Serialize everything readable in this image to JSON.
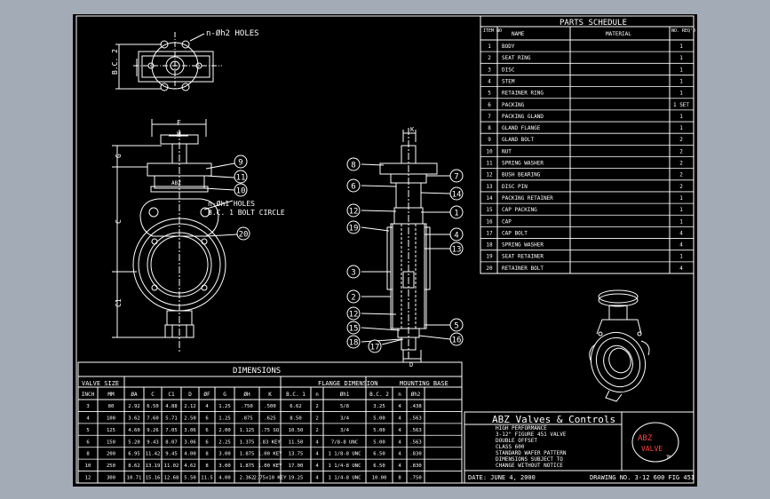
{
  "drawing": {
    "top_view_callout": "n-Øh2  HOLES",
    "bc2_label": "B.C. 2",
    "front_callout_line1": "n-Øh1  HOLES",
    "front_callout_line2": "B.C. 1  BOLT CIRCLE",
    "label_F": "F",
    "label_H": "H",
    "label_G": "G",
    "label_C": "C",
    "label_C1": "C1",
    "label_K": "K",
    "label_D": "D",
    "nameplate": "ABZ"
  },
  "parts_schedule": {
    "title": "PARTS SCHEDULE",
    "headers": {
      "item": "ITEM NO",
      "name": "NAME",
      "material": "MATERIAL",
      "req": "NO. REQ'D"
    },
    "rows": [
      {
        "item": "1",
        "name": "BODY",
        "req": "1"
      },
      {
        "item": "2",
        "name": "SEAT RING",
        "req": "1"
      },
      {
        "item": "3",
        "name": "DISC",
        "req": "1"
      },
      {
        "item": "4",
        "name": "STEM",
        "req": "1"
      },
      {
        "item": "5",
        "name": "RETAINER RING",
        "req": "1"
      },
      {
        "item": "6",
        "name": "PACKING",
        "req": "1 SET"
      },
      {
        "item": "7",
        "name": "PACKING GLAND",
        "req": "1"
      },
      {
        "item": "8",
        "name": "GLAND FLANGE",
        "req": "1"
      },
      {
        "item": "9",
        "name": "GLAND BOLT",
        "req": "2"
      },
      {
        "item": "10",
        "name": "NUT",
        "req": "2"
      },
      {
        "item": "11",
        "name": "SPRING WASHER",
        "req": "2"
      },
      {
        "item": "12",
        "name": "BUSH BEARING",
        "req": "2"
      },
      {
        "item": "13",
        "name": "DISC PIN",
        "req": "2"
      },
      {
        "item": "14",
        "name": "PACKING RETAINER",
        "req": "1"
      },
      {
        "item": "15",
        "name": "CAP PACKING",
        "req": "1"
      },
      {
        "item": "16",
        "name": "CAP",
        "req": "1"
      },
      {
        "item": "17",
        "name": "CAP BOLT",
        "req": "4"
      },
      {
        "item": "18",
        "name": "SPRING WASHER",
        "req": "4"
      },
      {
        "item": "19",
        "name": "SEAT RETAINER",
        "req": "1"
      },
      {
        "item": "20",
        "name": "RETAINER BOLT",
        "req": "4"
      }
    ]
  },
  "dimensions": {
    "title": "DIMENSIONS",
    "group_valve_size": "VALVE SIZE",
    "group_flange": "FLANGE DIMENSION",
    "group_mounting": "MOUNTING BASE",
    "headers": [
      "INCH",
      "MM",
      "ØA",
      "C",
      "C1",
      "D",
      "ØF",
      "G",
      "ØH",
      "K",
      "B.C. 1",
      "n",
      "Øh1",
      "B.C. 2",
      "n",
      "Øh2"
    ],
    "rows": [
      [
        "3",
        "80",
        "2.92",
        "6.50",
        "4.88",
        "2.12",
        "4",
        "1.25",
        ".750",
        ".500",
        "6.62",
        "2",
        "5/8",
        "3.25",
        "4",
        ".438"
      ],
      [
        "4",
        "100",
        "3.62",
        "7.60",
        "5.71",
        "2.50",
        "6",
        "1.25",
        ".875",
        ".625",
        "8.50",
        "2",
        "3/4",
        "5.00",
        "4",
        ".563"
      ],
      [
        "5",
        "125",
        "4.60",
        "9.26",
        "7.05",
        "3.06",
        "6",
        "2.00",
        "1.125",
        ".75 SQ",
        "10.50",
        "2",
        "3/4",
        "5.00",
        "4",
        ".563"
      ],
      [
        "6",
        "150",
        "5.20",
        "9.43",
        "8.07",
        "3.06",
        "6",
        "2.25",
        "1.375",
        ".83 KEY",
        "11.50",
        "4",
        "7/8-8 UNC",
        "5.00",
        "4",
        ".563"
      ],
      [
        "8",
        "200",
        "6.95",
        "11.42",
        "9.45",
        "4.00",
        "8",
        "3.00",
        "1.875",
        "1.00 KEY",
        "13.75",
        "4",
        "1 1/8-8 UNC",
        "6.50",
        "4",
        ".830"
      ],
      [
        "10",
        "250",
        "8.62",
        "13.19",
        "11.02",
        "4.62",
        "8",
        "3.00",
        "1.875",
        "1.00 KEY",
        "17.00",
        "4",
        "1 1/4-8 UNC",
        "6.50",
        "4",
        ".830"
      ],
      [
        "12",
        "300",
        "10.71",
        "15.16",
        "12.68",
        "5.50",
        "11.5",
        "4.00",
        "2.362",
        "2.75x10 KEY",
        "19.25",
        "4",
        "1 1/4-8 UNC",
        "10.00",
        "8",
        ".750"
      ]
    ]
  },
  "title_block": {
    "company": "ABZ Valves & Controls",
    "notes": [
      "HIGH PERFORMANCE",
      "3-12\" FIGURE 451 VALVE",
      "DOUBLE OFFSET",
      "CLASS 600",
      "STANDARD WAFER PATTERN",
      "DIMENSIONS SUBJECT TO",
      "CHANGE WITHOUT NOTICE"
    ],
    "logo_top": "ABZ",
    "logo_bottom": "VALVE",
    "logo_tm": "TM",
    "date": "DATE: JUNE 4, 2000",
    "drawing_no": "DRAWING NO. 3-12 600 FIG 451"
  },
  "balloons": {
    "front": [
      "9",
      "11",
      "10",
      "20"
    ],
    "side_left": [
      "8",
      "6",
      "12",
      "19",
      "3",
      "2",
      "12",
      "15",
      "18",
      "17"
    ],
    "side_right": [
      "7",
      "14",
      "1",
      "4",
      "13",
      "5",
      "16"
    ]
  },
  "colors": {
    "background": "#000000",
    "frame": "#a3abb6",
    "lines": "#ffffff"
  }
}
